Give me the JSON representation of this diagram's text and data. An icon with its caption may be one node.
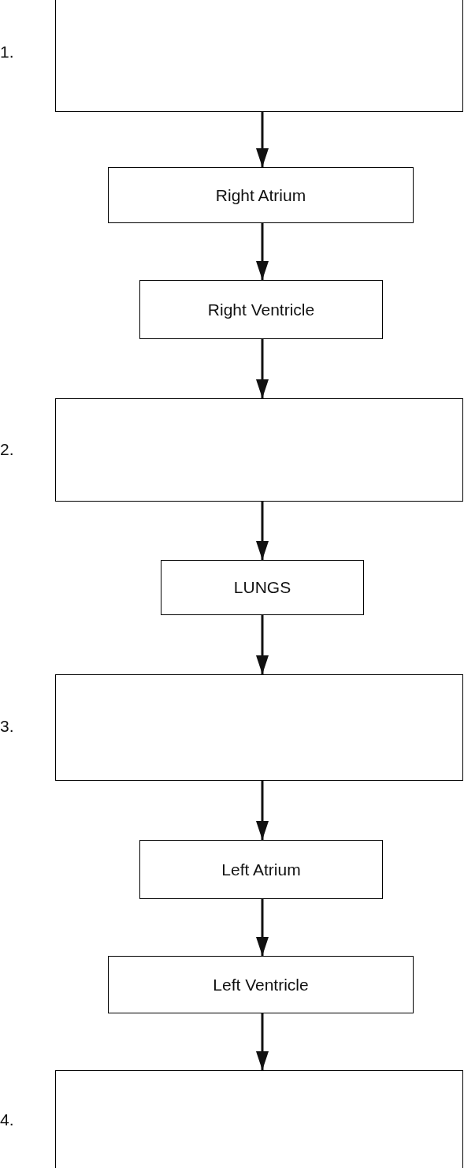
{
  "diagram": {
    "nodes": [
      {
        "text": [],
        "shape": "box",
        "beside": [
          "1."
        ]
      },
      {
        "text": [
          "Right Atrium"
        ]
      },
      {
        "text": [
          "Right Ventricle"
        ]
      },
      {
        "text": [],
        "shape": "box",
        "beside": [
          "2."
        ]
      },
      {
        "text": [
          "LUNGS"
        ]
      },
      {
        "text": [],
        "shape": "box",
        "beside": [
          "3."
        ]
      },
      {
        "text": [
          "Left Atrium"
        ]
      },
      {
        "text": [
          "Left Ventricle"
        ]
      },
      {
        "text": [],
        "shape": "box",
        "beside": [
          "4."
        ]
      }
    ],
    "edges": [
      {
        "from": 0,
        "to": 1,
        "arrow": "to"
      },
      {
        "from": 1,
        "to": 2,
        "arrow": "to"
      },
      {
        "from": 2,
        "to": 3,
        "arrow": "to"
      },
      {
        "from": 3,
        "to": 4,
        "arrow": "to"
      },
      {
        "from": 4,
        "to": 5,
        "arrow": "to"
      },
      {
        "from": 5,
        "to": 6,
        "arrow": "to"
      },
      {
        "from": 6,
        "to": 7,
        "arrow": "to"
      },
      {
        "from": 7,
        "to": 8,
        "arrow": "to"
      }
    ]
  }
}
